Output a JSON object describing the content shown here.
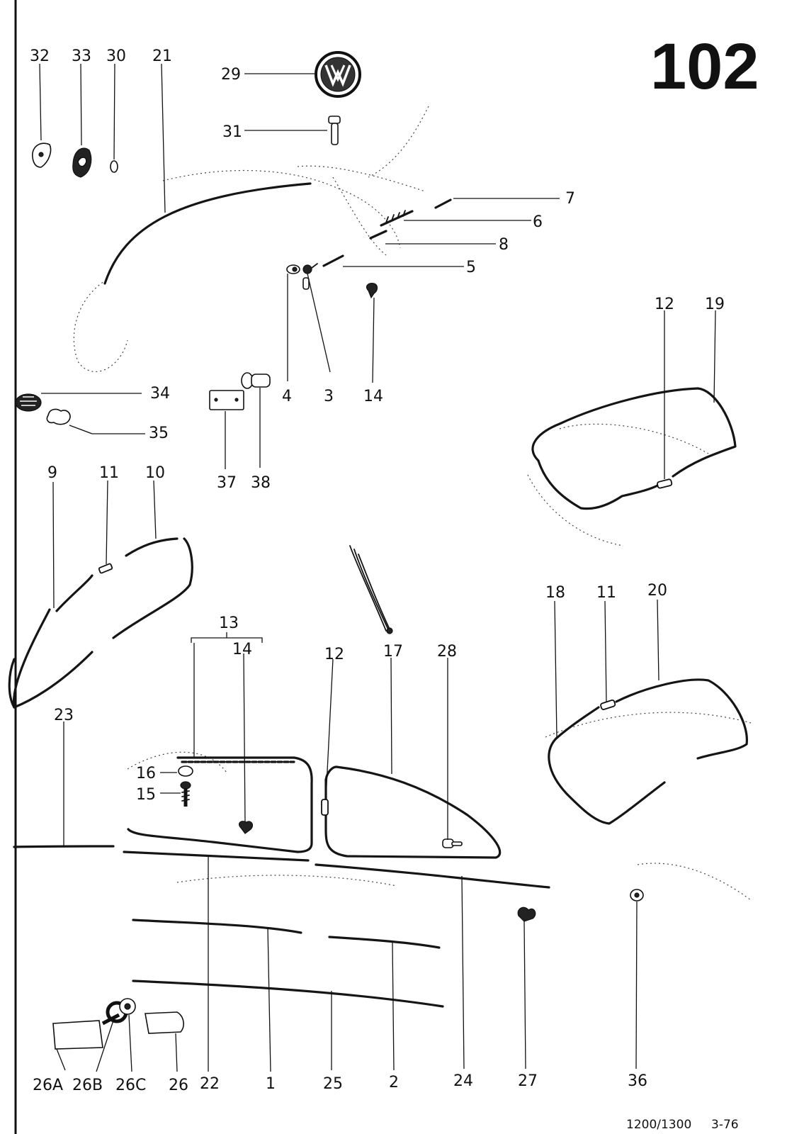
{
  "page": {
    "number": "102",
    "model": "1200/1300",
    "date": "3-76"
  },
  "callouts": [
    "32",
    "33",
    "30",
    "21",
    "29",
    "31",
    "7",
    "6",
    "8",
    "5",
    "4",
    "3",
    "14",
    "12",
    "19",
    "34",
    "35",
    "37",
    "38",
    "9",
    "11",
    "10",
    "18",
    "11",
    "20",
    "13",
    "14",
    "12",
    "17",
    "28",
    "23",
    "16",
    "15",
    "22",
    "1",
    "25",
    "2",
    "24",
    "27",
    "36",
    "26A",
    "26B",
    "26C",
    "26"
  ]
}
